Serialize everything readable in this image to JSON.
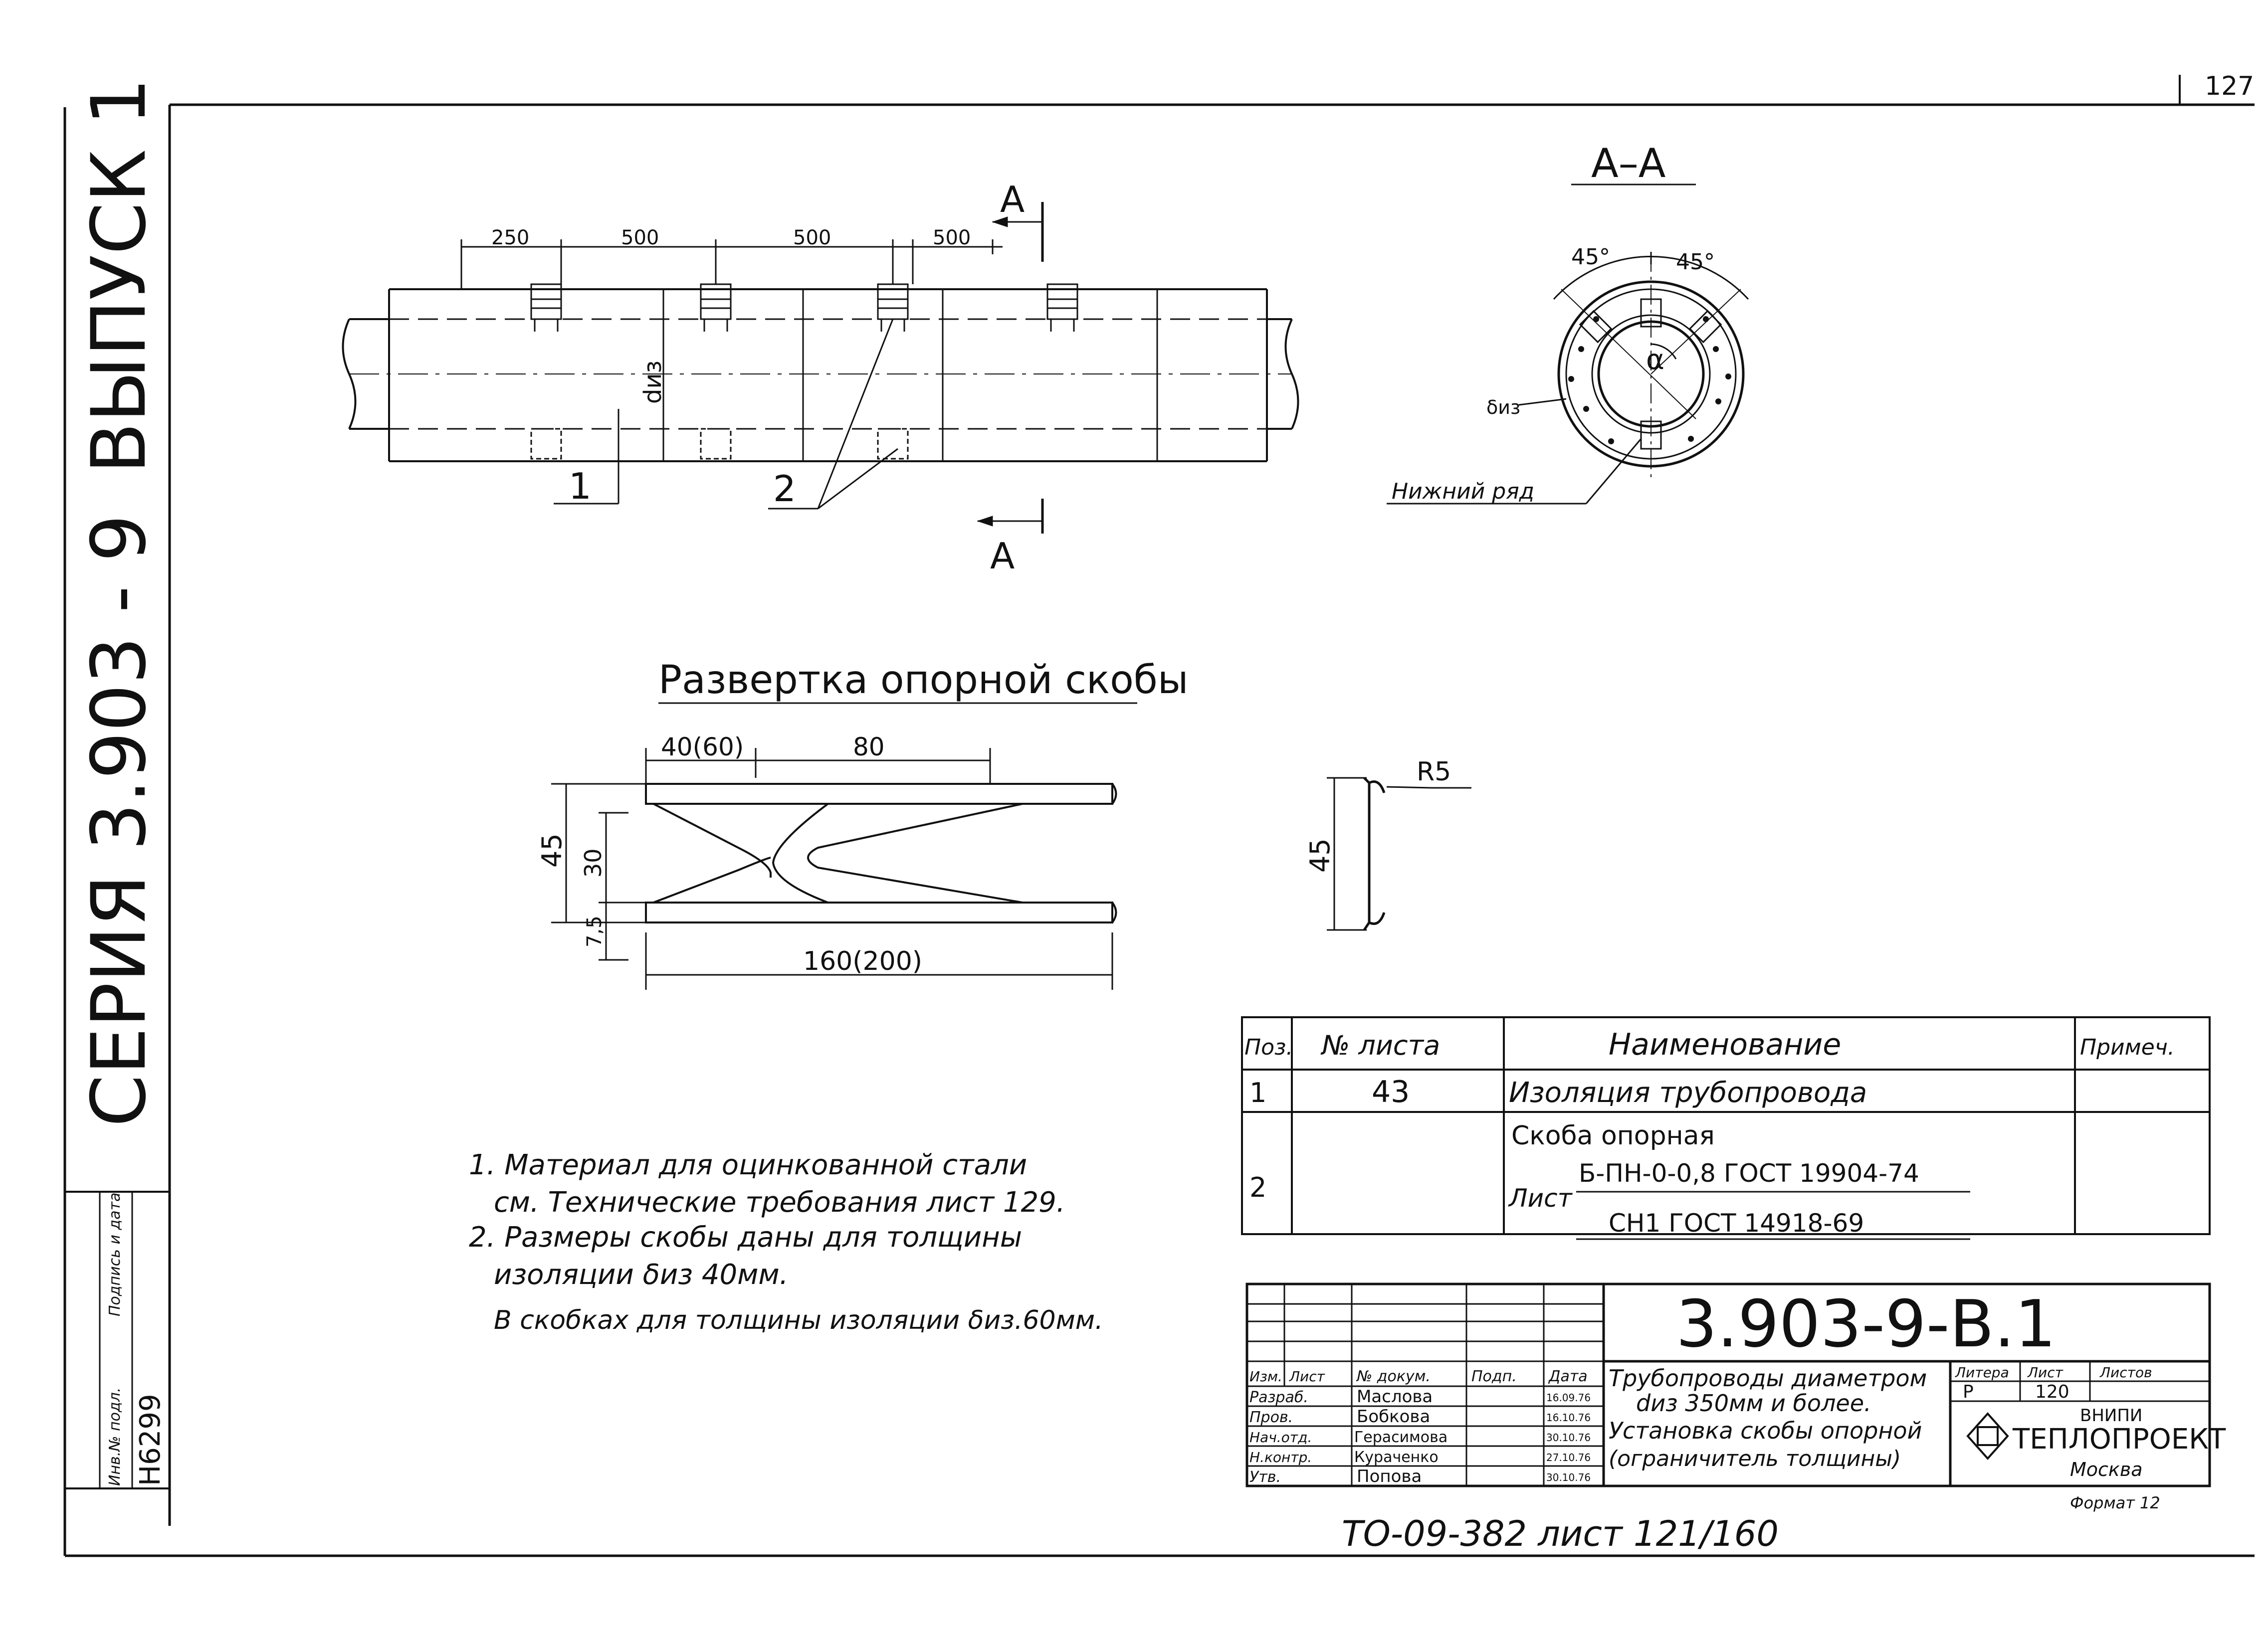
{
  "corner_number": "127",
  "margin": {
    "series_label": "СЕРИЯ 3.903 - 9",
    "issue_label": "ВЫПУСК 1",
    "stamp_col1": "Инв.№ подл.",
    "stamp_col2": "Подпись и дата",
    "inv_number": "Н6299"
  },
  "pipe_view": {
    "dims": [
      "250",
      "500",
      "500",
      "500"
    ],
    "diameter_label": "dиз",
    "section_mark": "A",
    "callout_1": "1",
    "callout_2": "2"
  },
  "section_view": {
    "title": "A–A",
    "angle_1": "45°",
    "angle_2": "45°",
    "alpha": "α",
    "thickness": "δиз",
    "lower_row": "Нижний ряд"
  },
  "development": {
    "title": "Развертка опорной скобы",
    "dim_top_left": "40(60)",
    "dim_top_right": "80",
    "dim_height": "45",
    "dim_inner": "30",
    "dim_lower": "7,5",
    "dim_bottom": "160(200)"
  },
  "bracket_profile": {
    "radius": "R5",
    "height": "45"
  },
  "spec_table": {
    "headers": [
      "Поз.",
      "№ листа",
      "Наименование",
      "Примеч."
    ],
    "rows": [
      {
        "pos": "1",
        "sheet": "43",
        "name": "Изоляция трубопровода"
      },
      {
        "pos": "2",
        "sheet": "",
        "name": "Скоба опорная",
        "sub_label": "Лист",
        "line1": "Б-ПН-0-0,8 ГОСТ 19904-74",
        "line2": "СН1 ГОСТ 14918-69"
      }
    ]
  },
  "notes": {
    "n1a": "1. Материал для оцинкованной стали",
    "n1b": "см. Технические требования лист 129.",
    "n2a": "2. Размеры скобы даны для толщины",
    "n2b": "изоляции δиз 40мм.",
    "n2c": "В скобках для толщины изоляции δиз.60мм."
  },
  "title_block": {
    "doc_code": "3.903-9-В.1",
    "col_headers": [
      "Изм.",
      "Лист",
      "№ докум.",
      "Подп.",
      "Дата"
    ],
    "people": [
      {
        "role": "Разраб.",
        "name": "Маслова",
        "date": "16.09.76"
      },
      {
        "role": "Пров.",
        "name": "Бобкова",
        "date": "16.10.76"
      },
      {
        "role": "Нач.отд.",
        "name": "Герасимова",
        "date": "30.10.76"
      },
      {
        "role": "Н.контр.",
        "name": "Кураченко",
        "date": "27.10.76"
      },
      {
        "role": "Утв.",
        "name": "Попова",
        "date": "30.10.76"
      }
    ],
    "title_l1": "Трубопроводы диаметром",
    "title_l2": "dиз 350мм и более.",
    "title_l3": "Установка скобы опорной",
    "title_l4": "(ограничитель толщины)",
    "litera_label": "Литера",
    "sheet_label": "Лист",
    "sheets_label": "Листов",
    "litera_value": "Р",
    "sheet_value": "120",
    "org_top": "ВНИПИ",
    "org_name": "ТЕПЛОПРОЕКТ",
    "org_city": "Москва",
    "format": "Формат 12"
  },
  "footer": "ТО-09-382 лист 121/160"
}
